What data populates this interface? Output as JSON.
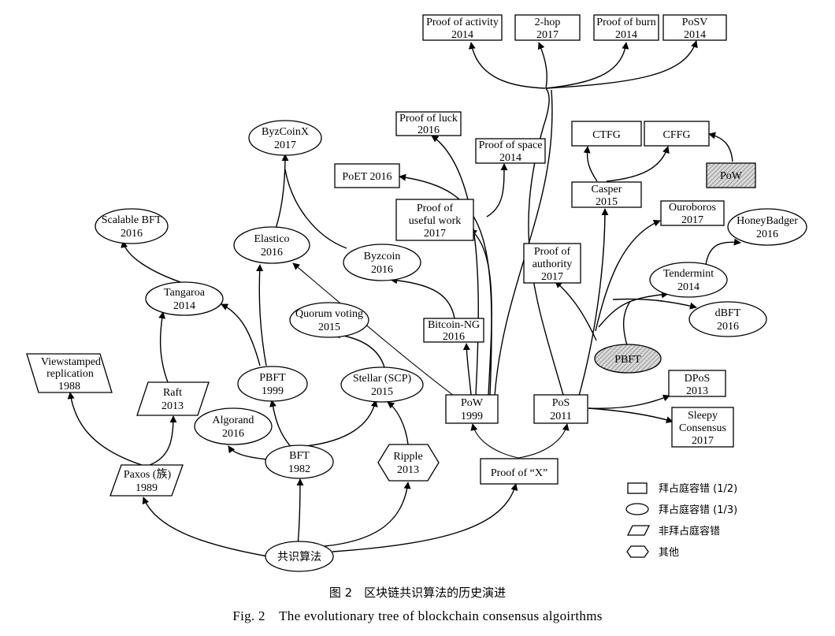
{
  "nodes": {
    "proof_activity": {
      "l1": "Proof of activity",
      "l2": "2014"
    },
    "two_hop": {
      "l1": "2-hop",
      "l2": "2017"
    },
    "proof_burn": {
      "l1": "Proof of burn",
      "l2": "2014"
    },
    "posv": {
      "l1": "PoSV",
      "l2": "2014"
    },
    "proof_luck": {
      "l1": "Proof of luck",
      "l2": "2016"
    },
    "proof_space": {
      "l1": "Proof of space",
      "l2": "2014"
    },
    "poet": {
      "l1": "PoET 2016"
    },
    "proof_useful": {
      "l1": "Proof of",
      "l2": "useful work",
      "l3": "2017"
    },
    "ctfg": {
      "l1": "CTFG"
    },
    "cffg": {
      "l1": "CFFG"
    },
    "pow_hatched": {
      "l1": "PoW"
    },
    "casper": {
      "l1": "Casper",
      "l2": "2015"
    },
    "ouroboros": {
      "l1": "Ouroboros",
      "l2": "2017"
    },
    "honeybadger": {
      "l1": "HoneyBadger",
      "l2": "2016"
    },
    "proof_authority": {
      "l1": "Proof of",
      "l2": "authority",
      "l3": "2017"
    },
    "tendermint": {
      "l1": "Tendermint",
      "l2": "2014"
    },
    "dbft": {
      "l1": "dBFT",
      "l2": "2016"
    },
    "pbft_hatched": {
      "l1": "PBFT"
    },
    "byzcoinx": {
      "l1": "ByzCoinX",
      "l2": "2017"
    },
    "scalable_bft": {
      "l1": "Scalable BFT",
      "l2": "2016"
    },
    "elastico": {
      "l1": "Elastico",
      "l2": "2016"
    },
    "byzcoin": {
      "l1": "Byzcoin",
      "l2": "2016"
    },
    "tangaroa": {
      "l1": "Tangaroa",
      "l2": "2014"
    },
    "quorum": {
      "l1": "Quorum voting",
      "l2": "2015"
    },
    "bitcoin_ng": {
      "l1": "Bitcoin-NG",
      "l2": "2016"
    },
    "viewstamped": {
      "l1": "Viewstamped",
      "l2": "replication",
      "l3": "1988"
    },
    "pbft": {
      "l1": "PBFT",
      "l2": "1999"
    },
    "stellar": {
      "l1": "Stellar (SCP)",
      "l2": "2015"
    },
    "raft": {
      "l1": "Raft",
      "l2": "2013"
    },
    "pow": {
      "l1": "PoW",
      "l2": "1999"
    },
    "pos": {
      "l1": "PoS",
      "l2": "2011"
    },
    "dpos": {
      "l1": "DPoS",
      "l2": "2013"
    },
    "algorand": {
      "l1": "Algorand",
      "l2": "2016"
    },
    "sleepy": {
      "l1": "Sleepy",
      "l2": "Consensus",
      "l3": "2017"
    },
    "bft": {
      "l1": "BFT",
      "l2": "1982"
    },
    "ripple": {
      "l1": "Ripple",
      "l2": "2013"
    },
    "proof_x": {
      "l1": "Proof of “X”"
    },
    "paxos": {
      "l1": "Paxos (族)",
      "l2": "1989"
    },
    "consensus": {
      "l1": "共识算法"
    }
  },
  "legend": {
    "rect": "拜占庭容错 (1/2)",
    "ellipse": "拜占庭容错 (1/3)",
    "parallelogram": "非拜占庭容错",
    "hexagon": "其他"
  },
  "caption": {
    "cn": "图 2　区块链共识算法的历史演进",
    "en": "Fig. 2　The evolutionary tree of blockchain consensus algoirthms"
  },
  "colors": {
    "stroke": "#000000",
    "background": "#ffffff",
    "hatch_fill": "#bdbdbd"
  }
}
